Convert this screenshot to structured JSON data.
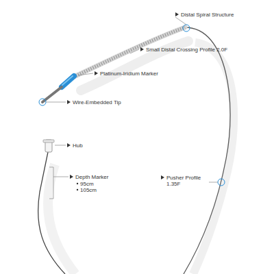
{
  "diagram": {
    "labels": [
      "Distal Spiral Structure",
      "Small Distal Crossing Profile 2.0F",
      "Platinum-Iridium Marker",
      "Wire-Embedded Tip",
      "Hub",
      "Depth Marker",
      "95cm",
      "105cm",
      "Pusher Profile 1.35F"
    ]
  }
}
